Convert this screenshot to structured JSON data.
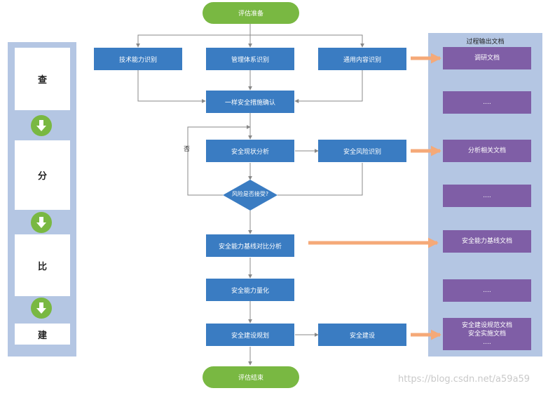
{
  "left_stages": [
    {
      "label": "查"
    },
    {
      "label": "分"
    },
    {
      "label": "比"
    },
    {
      "label": "建"
    }
  ],
  "flow": {
    "start": "评估准备",
    "end": "评估结束",
    "identify": [
      "技术能力识别",
      "管理体系识别",
      "通用内容识别"
    ],
    "confirm": "一样安全措施确认",
    "status": "安全现状分析",
    "risk": "安全风险识别",
    "decision": "风险是否接受?",
    "no_label": "否",
    "baseline": "安全能力基线对比分析",
    "quantify": "安全能力量化",
    "planning": "安全建设规划",
    "build": "安全建设"
  },
  "output_panel": {
    "title": "过程输出文档",
    "docs": [
      {
        "lines": [
          "调研文档"
        ]
      },
      {
        "lines": [
          "...."
        ]
      },
      {
        "lines": [
          "分析相关文档"
        ]
      },
      {
        "lines": [
          "...."
        ]
      },
      {
        "lines": [
          "安全能力基线文档"
        ]
      },
      {
        "lines": [
          "...."
        ]
      },
      {
        "lines": [
          "安全建设规范文档",
          "安全实施文档",
          "...."
        ]
      }
    ]
  },
  "watermark": "https://blog.csdn.net/a59a59",
  "colors": {
    "panel": "#b4c6e3",
    "process": "#3a7cc2",
    "doc": "#7f5ea6",
    "terminal": "#79b842",
    "link_arrow": "#f5a978"
  }
}
